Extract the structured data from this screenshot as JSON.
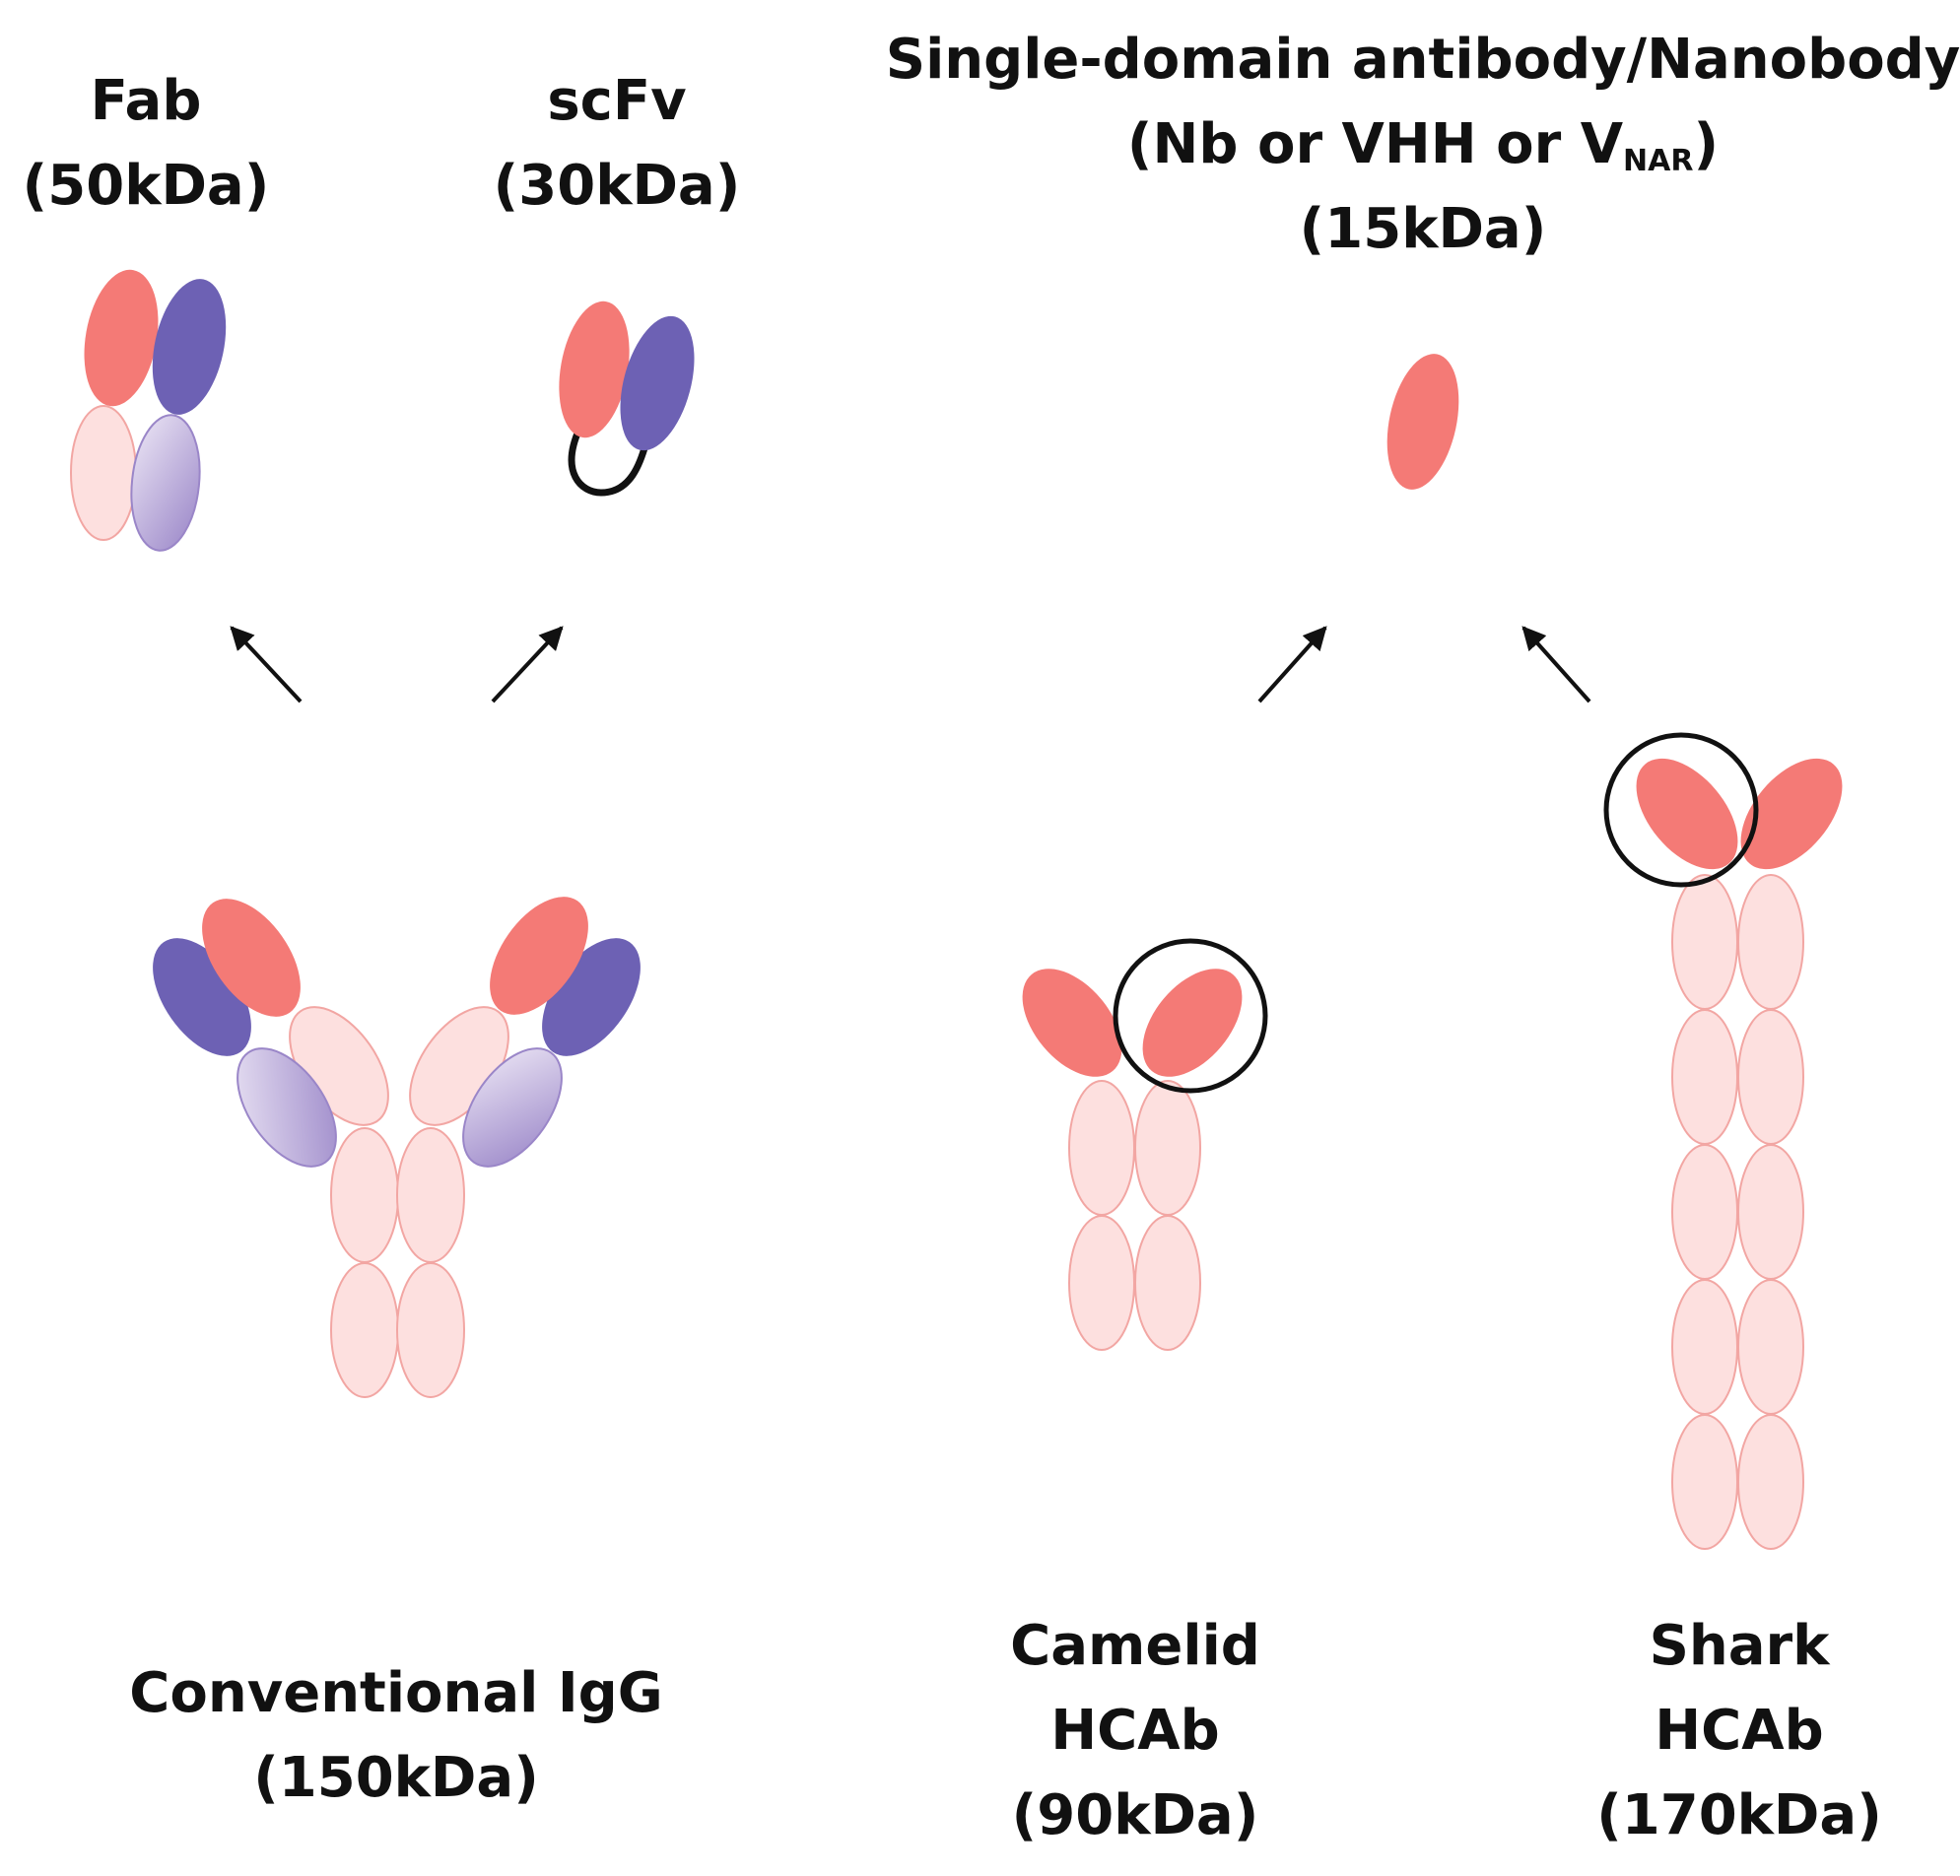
{
  "labels": {
    "fab": {
      "name": "Fab",
      "size": "(50kDa)"
    },
    "scfv": {
      "name": "scFv",
      "size": "(30kDa)"
    },
    "sdab": {
      "name": "Single-domain antibody/Nanobody",
      "alt_prefix": "(Nb or VHH or V",
      "alt_sub": "NAR",
      "alt_suffix": ")",
      "size": "(15kDa)"
    },
    "igg": {
      "name": "Conventional IgG",
      "size": "(150kDa)"
    },
    "camelid": {
      "name": "Camelid",
      "type": "HCAb",
      "size": "(90kDa)"
    },
    "shark": {
      "name": "Shark",
      "type": "HCAb",
      "size": "(170kDa)"
    }
  },
  "colors": {
    "heavy_variable": "#f47a76",
    "heavy_constant": "#fde0df",
    "heavy_constant_stroke": "#f2a6a3",
    "light_variable": "#6d61b4",
    "light_constant": "#c3b3dd",
    "linker": "#111111",
    "arrow": "#111111",
    "highlight_circle": "#111111"
  }
}
